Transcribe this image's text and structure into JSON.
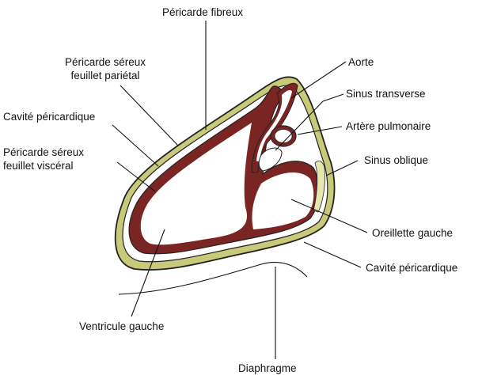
{
  "colors": {
    "fibrous": "#c9c97a",
    "fibrous_stroke": "#222222",
    "myocardium": "#7a2424",
    "cavity": "#ffffff",
    "line": "#111111"
  },
  "labels": {
    "pericarde_fibreux": "Péricarde fibreux",
    "pericarde_sereux_parietal_l1": "Péricarde séreux",
    "pericarde_sereux_parietal_l2": "feuillet pariétal",
    "cavite_pericardique_left": "Cavité péricardique",
    "pericarde_sereux_visceral_l1": "Péricarde séreux",
    "pericarde_sereux_visceral_l2": "feuillet viscéral",
    "ventricule_gauche": "Ventricule gauche",
    "diaphragme": "Diaphragme",
    "aorte": "Aorte",
    "sinus_transverse": "Sinus transverse",
    "artere_pulmonaire": "Artère pulmonaire",
    "sinus_oblique": "Sinus oblique",
    "oreillette_gauche": "Oreillette gauche",
    "cavite_pericardique_right": "Cavité péricardique"
  }
}
